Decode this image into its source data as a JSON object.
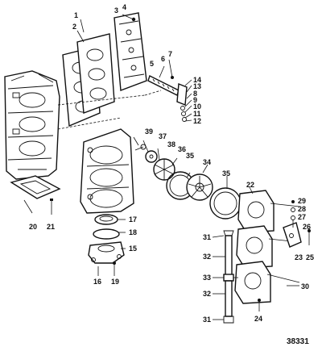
{
  "diagram": {
    "reference_number": "38331",
    "callouts": [
      "1",
      "2",
      "3",
      "4",
      "5",
      "6",
      "7",
      "8",
      "9",
      "10",
      "11",
      "12",
      "13",
      "14",
      "15",
      "16",
      "17",
      "18",
      "19",
      "20",
      "21",
      "22",
      "23",
      "24",
      "25",
      "26",
      "27",
      "28",
      "29",
      "30",
      "31",
      "32",
      "33",
      "34",
      "35",
      "36",
      "37",
      "38",
      "39"
    ]
  }
}
